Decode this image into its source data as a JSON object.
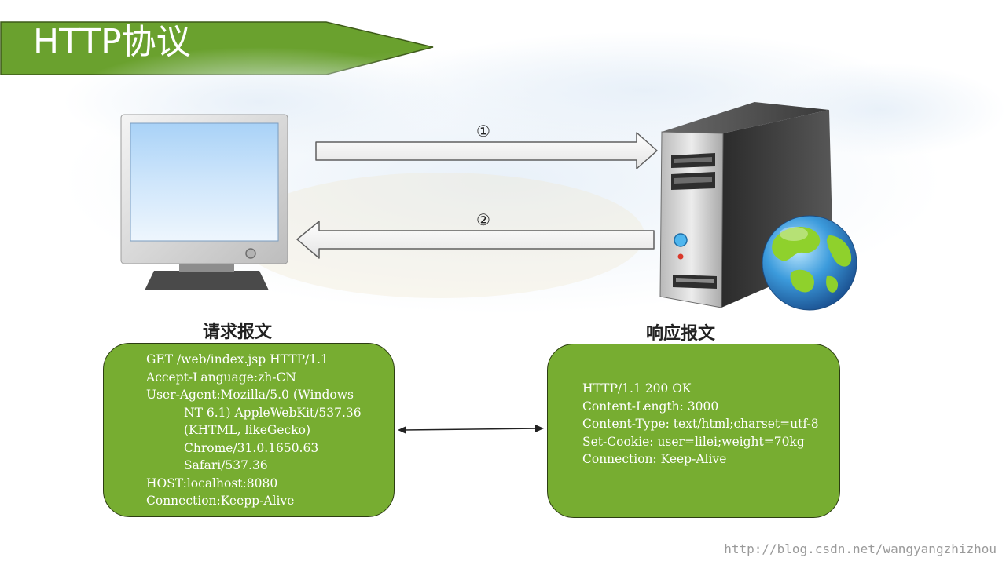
{
  "title": "HTTP协议",
  "arrows": {
    "request_label": "①",
    "response_label": "②"
  },
  "request": {
    "heading": "请求报文",
    "lines": [
      "GET /web/index.jsp HTTP/1.1",
      "Accept-Language:zh-CN",
      "User-Agent:Mozilla/5.0 (Windows",
      "NT 6.1) AppleWebKit/537.36",
      "(KHTML, likeGecko)",
      "Chrome/31.0.1650.63",
      "Safari/537.36",
      "HOST:localhost:8080",
      "Connection:Keepp-Alive"
    ]
  },
  "response": {
    "heading": "响应报文",
    "lines": [
      "HTTP/1.1 200 OK",
      "Content-Length: 3000",
      "Content-Type: text/html;charset=utf-8",
      "Set-Cookie: user=lilei;weight=70kg",
      "Connection: Keep-Alive"
    ]
  },
  "watermark": "http://blog.csdn.net/wangyangzhizhou",
  "colors": {
    "banner_green": "#6aa12e",
    "box_green": "#77ad31"
  },
  "icons": [
    "computer-monitor-icon",
    "server-tower-icon",
    "globe-icon"
  ]
}
